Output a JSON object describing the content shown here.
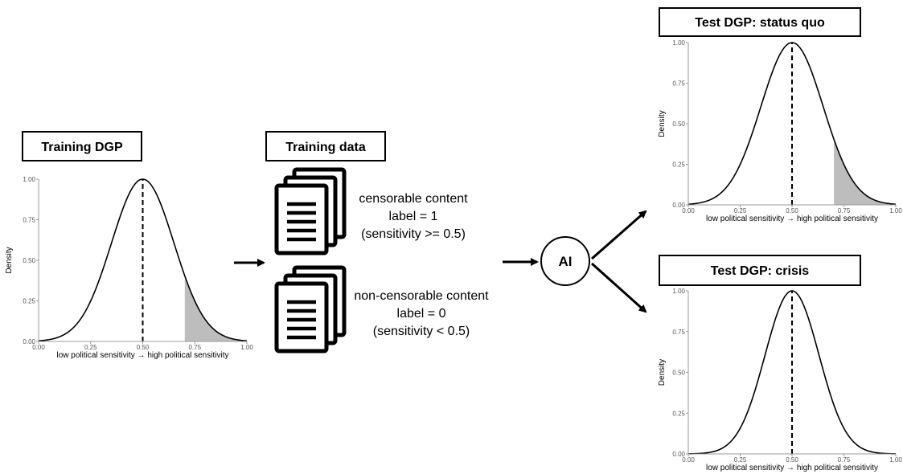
{
  "panels": {
    "training_dgp": {
      "title": "Training DGP"
    },
    "training_data": {
      "title": "Training data"
    },
    "test_status_quo": {
      "title": "Test DGP: status quo"
    },
    "test_crisis": {
      "title": "Test DGP: crisis"
    }
  },
  "documents": {
    "censorable": {
      "line1": "censorable content",
      "line2": "label = 1",
      "line3": "(sensitivity >= 0.5)"
    },
    "non_censorable": {
      "line1": "non-censorable content",
      "line2": "label = 0",
      "line3": "(sensitivity < 0.5)"
    }
  },
  "ai_node": {
    "label": "AI"
  },
  "icons": [
    "document-stack-icon",
    "arrow-right-icon"
  ],
  "chart_data": [
    {
      "id": "training",
      "type": "area",
      "xlabel": "low political sensitivity → high political sensitivity",
      "ylabel": "Density",
      "xlim": [
        0,
        1
      ],
      "ylim": [
        0,
        1
      ],
      "x_ticks": [
        "0.00",
        "0.25",
        "0.50",
        "0.75",
        "1.00"
      ],
      "y_ticks": [
        "0.00",
        "0.25",
        "0.50",
        "0.75",
        "1.00"
      ],
      "curve": {
        "shape": "normal",
        "mean": 0.5,
        "sd": 0.15,
        "peak_density": 1.0
      },
      "mean_line": 0.5,
      "shaded_from": 0.7,
      "shade_color": "#bdbdbd"
    },
    {
      "id": "status_quo",
      "type": "area",
      "xlabel": "low political sensitivity → high political sensitivity",
      "ylabel": "Density",
      "xlim": [
        0,
        1
      ],
      "ylim": [
        0,
        1
      ],
      "x_ticks": [
        "0.00",
        "0.25",
        "0.50",
        "0.75",
        "1.00"
      ],
      "y_ticks": [
        "0.00",
        "0.25",
        "0.50",
        "0.75",
        "1.00"
      ],
      "curve": {
        "shape": "normal",
        "mean": 0.5,
        "sd": 0.15,
        "peak_density": 1.0
      },
      "mean_line": 0.5,
      "shaded_from": 0.7,
      "shade_color": "#bdbdbd"
    },
    {
      "id": "crisis",
      "type": "line",
      "xlabel": "low political sensitivity → high political sensitivity",
      "ylabel": "Density",
      "xlim": [
        0,
        1
      ],
      "ylim": [
        0,
        1
      ],
      "x_ticks": [
        "0.00",
        "0.25",
        "0.50",
        "0.75",
        "1.00"
      ],
      "y_ticks": [
        "0.00",
        "0.25",
        "0.50",
        "0.75",
        "1.00"
      ],
      "curve": {
        "shape": "normal",
        "mean": 0.5,
        "sd": 0.13,
        "peak_density": 1.0
      },
      "mean_line": 0.5,
      "shaded_from": null,
      "shade_color": "#bdbdbd"
    }
  ]
}
